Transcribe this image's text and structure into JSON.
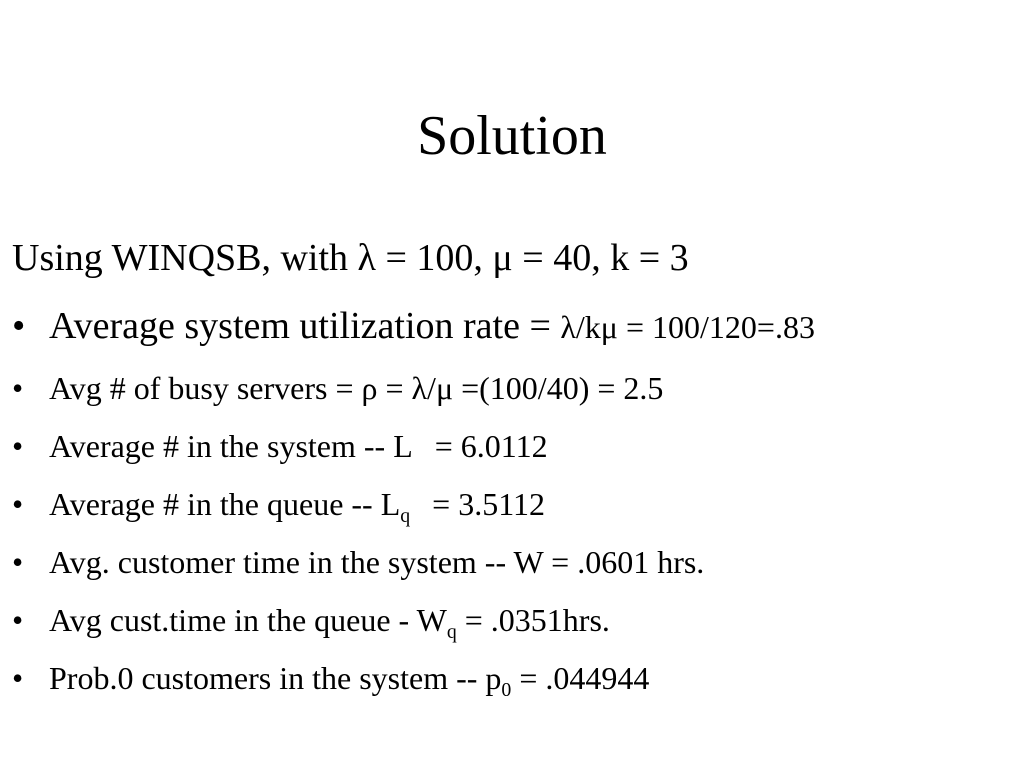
{
  "slide": {
    "title": "Solution",
    "intro": "Using WINQSB, with λ = 100, μ = 40, k = 3",
    "bullet_char": "•",
    "bullets": [
      {
        "label": "Average system utilization rate = ",
        "value": "λ/kμ = 100/120=.83"
      },
      {
        "label": "Avg # of busy servers = ρ = λ/μ =(100/40) = 2.5"
      },
      {
        "label": "Average # in the system -- L",
        "value": "= 6.0112"
      },
      {
        "label": "Average # in the queue -- L",
        "sub": "q",
        "value": "= 3.5112"
      },
      {
        "label": "Avg. customer time in the system -- W = .0601 hrs."
      },
      {
        "label": "Avg cust.time in the queue - W",
        "sub": "q",
        "value": " = .0351hrs."
      },
      {
        "label": "Prob.0 customers in the system -- p",
        "sub": "0",
        "value": " = .044944"
      }
    ]
  }
}
